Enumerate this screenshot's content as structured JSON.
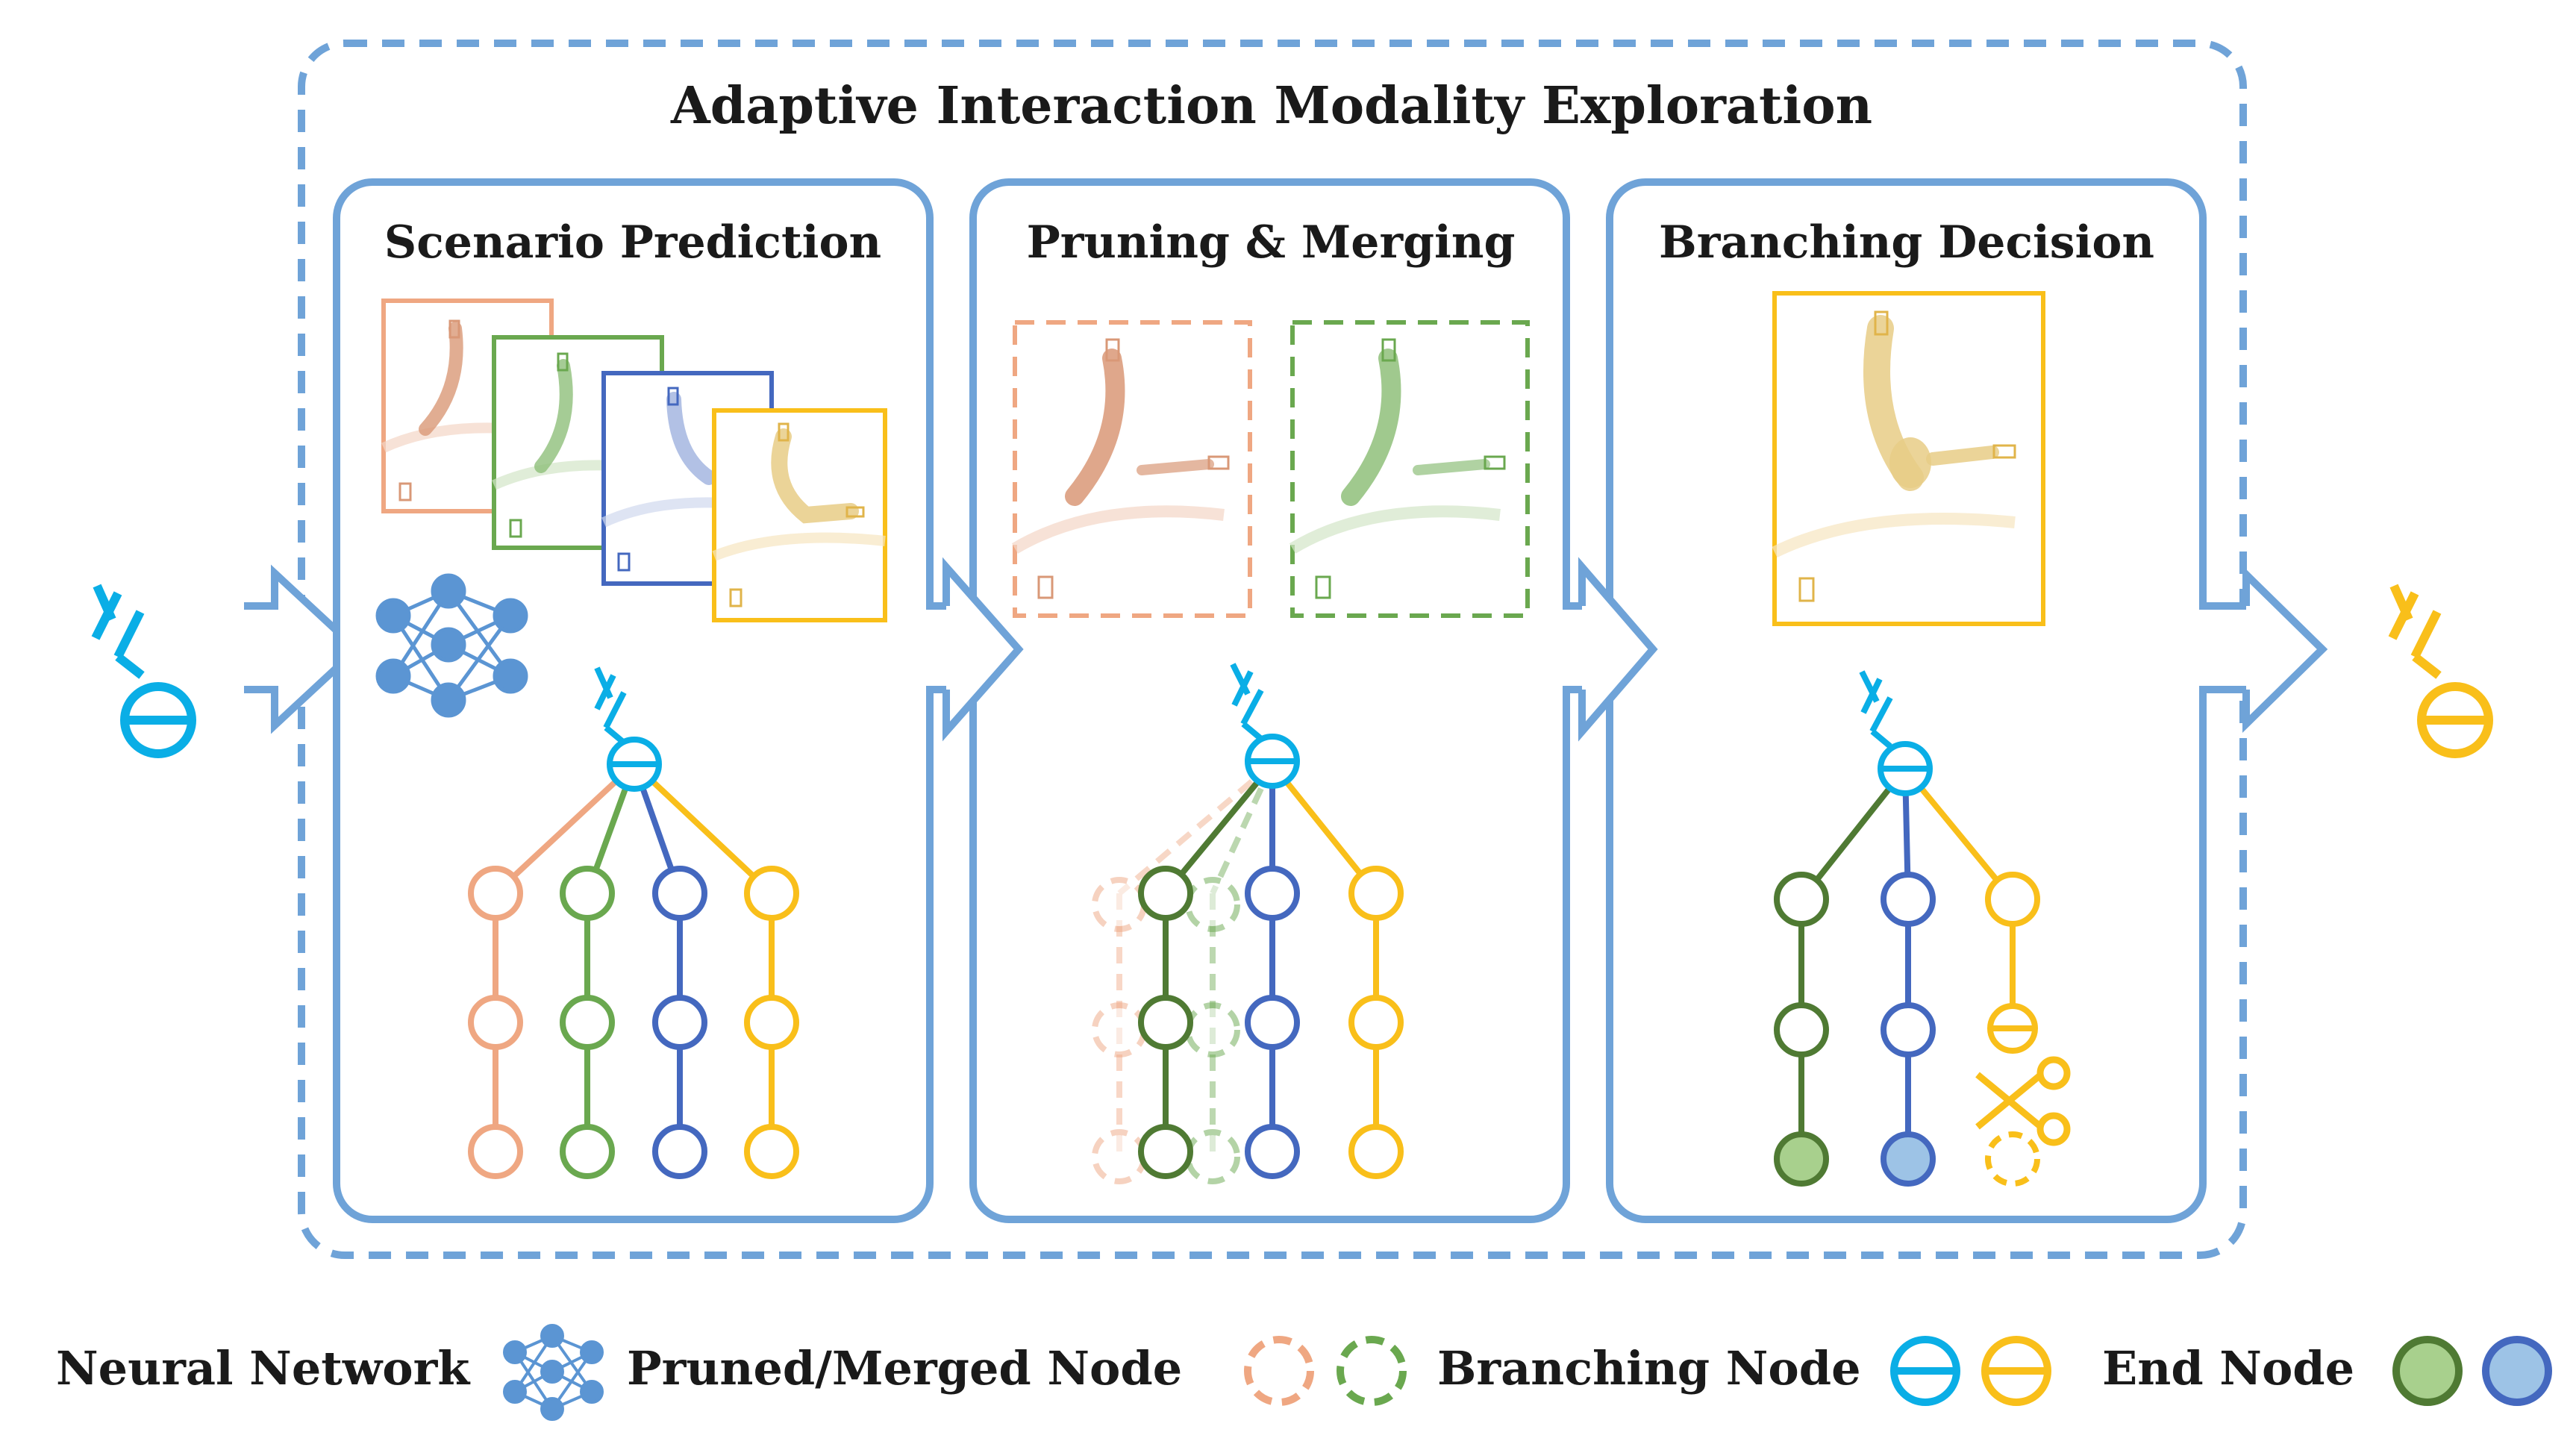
{
  "title": "Adaptive Interaction Modality Exploration",
  "panels": [
    {
      "label": "Scenario Prediction"
    },
    {
      "label": "Pruning & Merging"
    },
    {
      "label": "Branching Decision"
    }
  ],
  "legend": {
    "neural_network": "Neural Network",
    "pruned_merged_node": "Pruned/Merged Node",
    "branching_node": "Branching Node",
    "end_node": "End Node"
  },
  "colors": {
    "frame": "#6fa3d8",
    "orange": "#efa782",
    "green": "#6aa84f",
    "dark_green": "#4f7a33",
    "blue": "#4468bf",
    "yellow": "#f9bf1a",
    "cyan": "#0aaee6",
    "nn_blue": "#5b95d3",
    "end_green_fill": "#a8d08d",
    "end_blue_fill": "#9dc3e6"
  },
  "icons": [
    "neural-network-icon",
    "branching-node-icon",
    "scissors-icon",
    "car-icon"
  ]
}
